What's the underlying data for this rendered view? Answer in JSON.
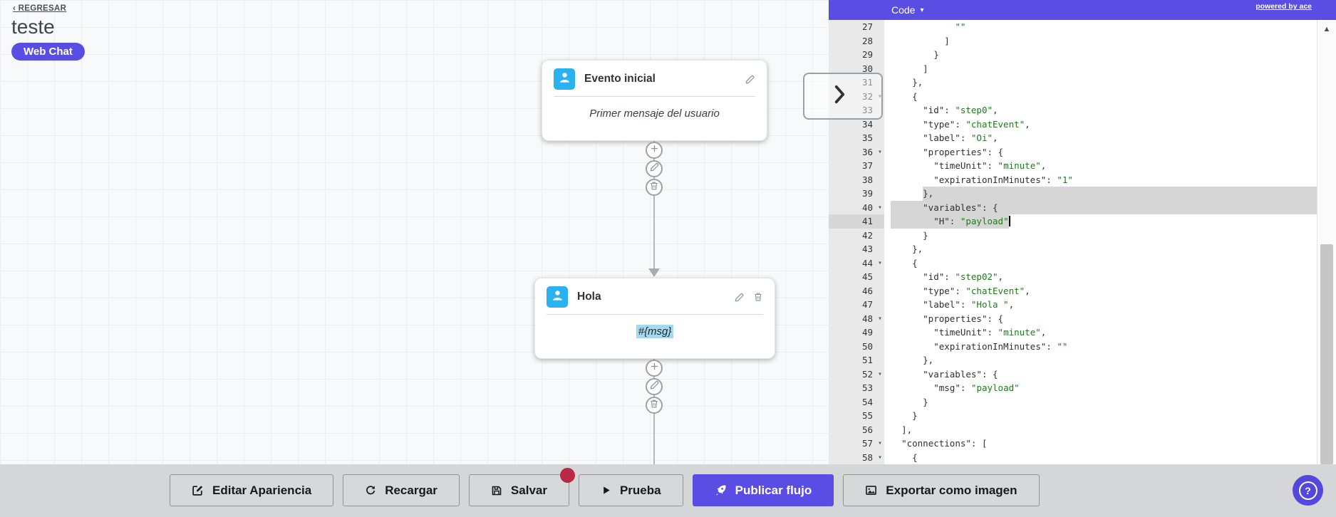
{
  "colors": {
    "accent": "#5a4de4",
    "cyan": "#29b2ef",
    "red": "#ba2747",
    "string_green": "#1f7a1f",
    "selection": "#d6d6d6",
    "var_highlight": "#a5d9ee"
  },
  "header": {
    "back": "‹ REGRESAR",
    "title": "teste",
    "badge": "Web Chat"
  },
  "canvas": {
    "nodes": [
      {
        "title": "Evento inicial",
        "body": "Primer mensaje del usuario",
        "icon": "person-icon",
        "actions": [
          "pencil"
        ]
      },
      {
        "title": "Hola",
        "body": "#{msg}",
        "icon": "person-icon",
        "actions": [
          "pencil",
          "trash"
        ]
      }
    ],
    "connector_buttons": [
      "plus",
      "pencil",
      "trash"
    ]
  },
  "code_panel": {
    "title": "Code",
    "title_caret": "▾",
    "powered": "powered by ace",
    "lines": [
      {
        "num": "27",
        "tokens": [
          [
            "w",
            "            "
          ],
          [
            "s",
            "\"\""
          ]
        ]
      },
      {
        "num": "28",
        "tokens": [
          [
            "w",
            "          "
          ],
          [
            "u",
            "]"
          ]
        ]
      },
      {
        "num": "29",
        "tokens": [
          [
            "w",
            "        "
          ],
          [
            "u",
            "}"
          ]
        ]
      },
      {
        "num": "30",
        "tokens": [
          [
            "w",
            "      "
          ],
          [
            "u",
            "]"
          ]
        ]
      },
      {
        "num": "31",
        "tokens": [
          [
            "w",
            "    "
          ],
          [
            "u",
            "},"
          ]
        ]
      },
      {
        "num": "32",
        "fold": true,
        "tokens": [
          [
            "w",
            "    "
          ],
          [
            "u",
            "{"
          ]
        ]
      },
      {
        "num": "33",
        "tokens": [
          [
            "w",
            "      "
          ],
          [
            "k",
            "\"id\""
          ],
          [
            "u",
            ": "
          ],
          [
            "s",
            "\"step0\""
          ],
          [
            "u",
            ","
          ]
        ]
      },
      {
        "num": "34",
        "tokens": [
          [
            "w",
            "      "
          ],
          [
            "k",
            "\"type\""
          ],
          [
            "u",
            ": "
          ],
          [
            "s",
            "\"chatEvent\""
          ],
          [
            "u",
            ","
          ]
        ]
      },
      {
        "num": "35",
        "tokens": [
          [
            "w",
            "      "
          ],
          [
            "k",
            "\"label\""
          ],
          [
            "u",
            ": "
          ],
          [
            "s",
            "\"Oi\""
          ],
          [
            "u",
            ","
          ]
        ]
      },
      {
        "num": "36",
        "fold": true,
        "tokens": [
          [
            "w",
            "      "
          ],
          [
            "k",
            "\"properties\""
          ],
          [
            "u",
            ": {"
          ]
        ]
      },
      {
        "num": "37",
        "tokens": [
          [
            "w",
            "        "
          ],
          [
            "k",
            "\"timeUnit\""
          ],
          [
            "u",
            ": "
          ],
          [
            "s",
            "\"minute\""
          ],
          [
            "u",
            ","
          ]
        ]
      },
      {
        "num": "38",
        "tokens": [
          [
            "w",
            "        "
          ],
          [
            "k",
            "\"expirationInMinutes\""
          ],
          [
            "u",
            ": "
          ],
          [
            "s",
            "\"1\""
          ]
        ]
      },
      {
        "num": "39",
        "sel": "tail",
        "pre": "      ",
        "tokens": [
          [
            "u",
            "},"
          ]
        ]
      },
      {
        "num": "40",
        "fold": true,
        "sel": "full",
        "tokens": [
          [
            "w",
            "      "
          ],
          [
            "k",
            "\"variables\""
          ],
          [
            "u",
            ": {"
          ]
        ]
      },
      {
        "num": "41",
        "sel": "text",
        "caret": true,
        "active": true,
        "tokens": [
          [
            "w",
            "        "
          ],
          [
            "k",
            "\"H\""
          ],
          [
            "u",
            ": "
          ],
          [
            "s",
            "\"payload\""
          ]
        ]
      },
      {
        "num": "42",
        "tokens": [
          [
            "w",
            "      "
          ],
          [
            "u",
            "}"
          ]
        ]
      },
      {
        "num": "43",
        "tokens": [
          [
            "w",
            "    "
          ],
          [
            "u",
            "},"
          ]
        ]
      },
      {
        "num": "44",
        "fold": true,
        "tokens": [
          [
            "w",
            "    "
          ],
          [
            "u",
            "{"
          ]
        ]
      },
      {
        "num": "45",
        "tokens": [
          [
            "w",
            "      "
          ],
          [
            "k",
            "\"id\""
          ],
          [
            "u",
            ": "
          ],
          [
            "s",
            "\"step02\""
          ],
          [
            "u",
            ","
          ]
        ]
      },
      {
        "num": "46",
        "tokens": [
          [
            "w",
            "      "
          ],
          [
            "k",
            "\"type\""
          ],
          [
            "u",
            ": "
          ],
          [
            "s",
            "\"chatEvent\""
          ],
          [
            "u",
            ","
          ]
        ]
      },
      {
        "num": "47",
        "tokens": [
          [
            "w",
            "      "
          ],
          [
            "k",
            "\"label\""
          ],
          [
            "u",
            ": "
          ],
          [
            "s",
            "\"Hola \""
          ],
          [
            "u",
            ","
          ]
        ]
      },
      {
        "num": "48",
        "fold": true,
        "tokens": [
          [
            "w",
            "      "
          ],
          [
            "k",
            "\"properties\""
          ],
          [
            "u",
            ": {"
          ]
        ]
      },
      {
        "num": "49",
        "tokens": [
          [
            "w",
            "        "
          ],
          [
            "k",
            "\"timeUnit\""
          ],
          [
            "u",
            ": "
          ],
          [
            "s",
            "\"minute\""
          ],
          [
            "u",
            ","
          ]
        ]
      },
      {
        "num": "50",
        "tokens": [
          [
            "w",
            "        "
          ],
          [
            "k",
            "\"expirationInMinutes\""
          ],
          [
            "u",
            ": "
          ],
          [
            "s",
            "\"\""
          ]
        ]
      },
      {
        "num": "51",
        "tokens": [
          [
            "w",
            "      "
          ],
          [
            "u",
            "},"
          ]
        ]
      },
      {
        "num": "52",
        "fold": true,
        "tokens": [
          [
            "w",
            "      "
          ],
          [
            "k",
            "\"variables\""
          ],
          [
            "u",
            ": {"
          ]
        ]
      },
      {
        "num": "53",
        "tokens": [
          [
            "w",
            "        "
          ],
          [
            "k",
            "\"msg\""
          ],
          [
            "u",
            ": "
          ],
          [
            "s",
            "\"payload\""
          ]
        ]
      },
      {
        "num": "54",
        "tokens": [
          [
            "w",
            "      "
          ],
          [
            "u",
            "}"
          ]
        ]
      },
      {
        "num": "55",
        "tokens": [
          [
            "w",
            "    "
          ],
          [
            "u",
            "}"
          ]
        ]
      },
      {
        "num": "56",
        "tokens": [
          [
            "w",
            "  "
          ],
          [
            "u",
            "],"
          ]
        ]
      },
      {
        "num": "57",
        "fold": true,
        "tokens": [
          [
            "w",
            "  "
          ],
          [
            "k",
            "\"connections\""
          ],
          [
            "u",
            ": ["
          ]
        ]
      },
      {
        "num": "58",
        "fold": true,
        "tokens": [
          [
            "w",
            "    "
          ],
          [
            "u",
            "{"
          ]
        ]
      }
    ]
  },
  "toolbar": {
    "buttons": [
      {
        "label": "Editar Apariencia",
        "icon": "edit-square",
        "variant": "default"
      },
      {
        "label": "Recargar",
        "icon": "refresh",
        "variant": "default"
      },
      {
        "label": "Salvar",
        "icon": "save",
        "variant": "default",
        "badge": true
      },
      {
        "label": "Prueba",
        "icon": "play",
        "variant": "default"
      },
      {
        "label": "Publicar flujo",
        "icon": "rocket",
        "variant": "primary"
      },
      {
        "label": "Exportar como imagen",
        "icon": "image",
        "variant": "default"
      }
    ],
    "help": "?"
  }
}
